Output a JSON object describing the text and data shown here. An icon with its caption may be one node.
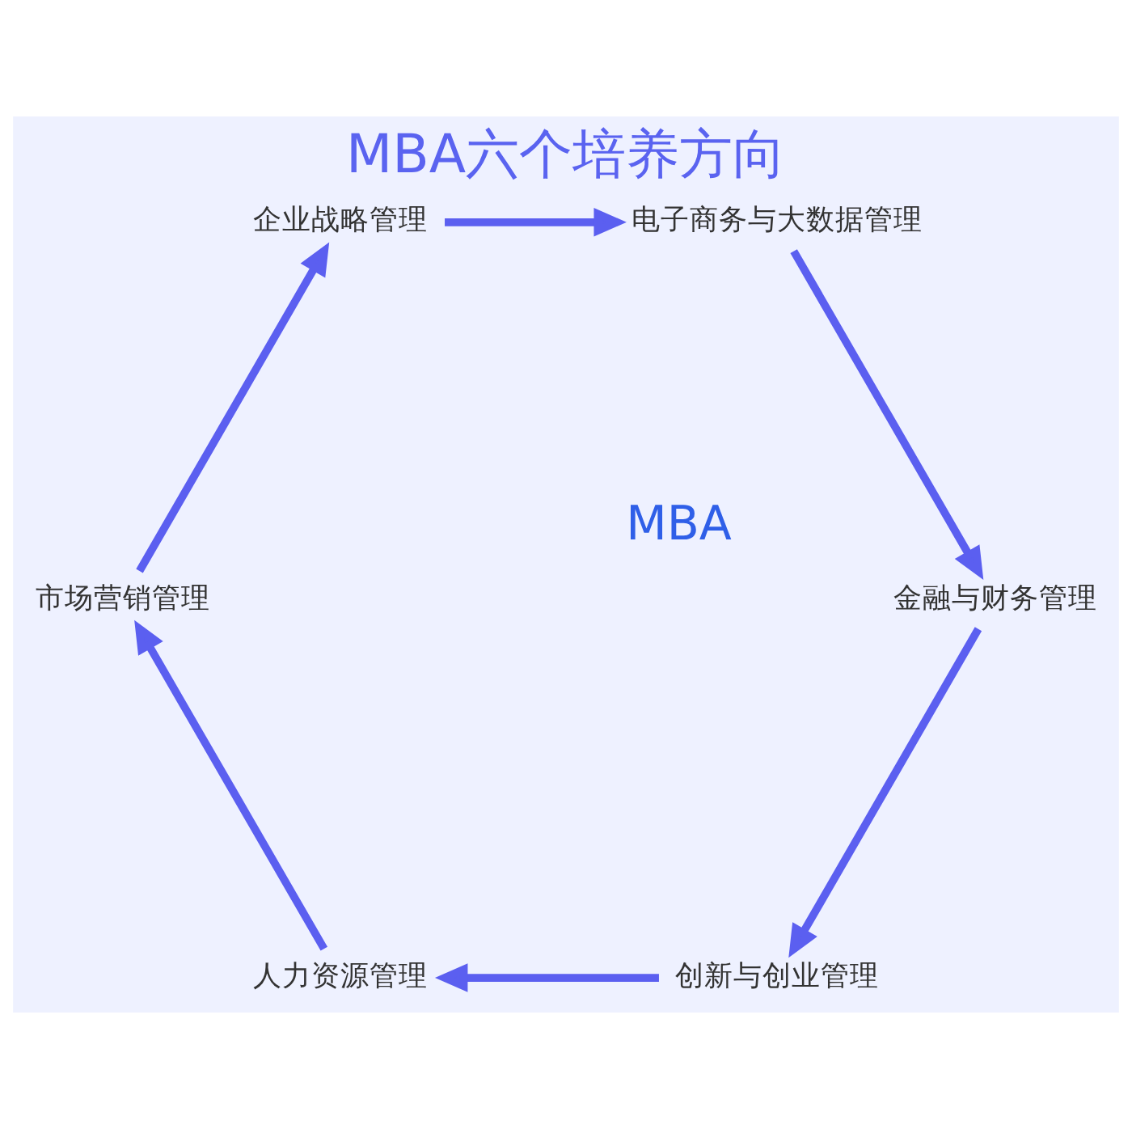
{
  "diagram": {
    "title": "MBA六个培养方向",
    "nodes": [
      {
        "text": [
          "创新与创业管理"
        ]
      },
      {
        "text": [
          "人力资源管理"
        ]
      },
      {
        "text": [
          "市场营销管理"
        ]
      },
      {
        "text": [
          "企业战略管理"
        ]
      },
      {
        "text": [
          "电子商务与大数据管理"
        ]
      },
      {
        "text": [
          "金融与财务管理"
        ]
      }
    ],
    "edges": [
      {
        "from": 0,
        "to": 1,
        "arrow": "to"
      },
      {
        "from": 1,
        "to": 2,
        "arrow": "to"
      },
      {
        "from": 2,
        "to": 3,
        "arrow": "to"
      },
      {
        "from": 3,
        "to": 4,
        "arrow": "to"
      },
      {
        "from": 4,
        "to": 5,
        "arrow": "to"
      },
      {
        "from": 5,
        "to": 0,
        "arrow": "to"
      }
    ],
    "labels": [
      "MBA"
    ]
  }
}
